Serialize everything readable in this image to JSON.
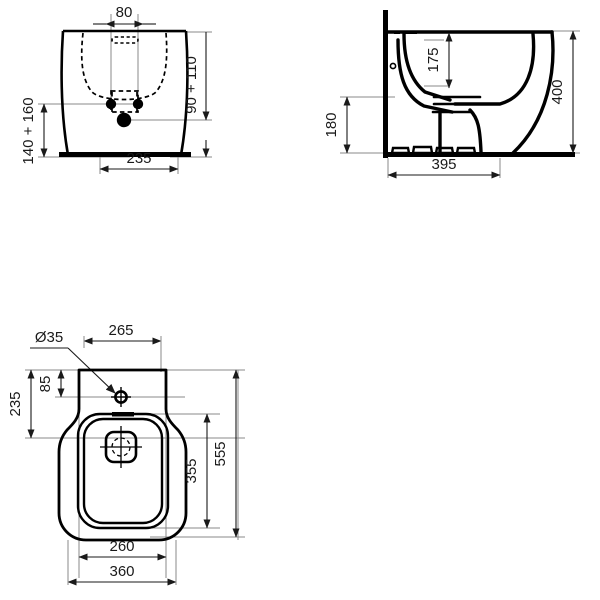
{
  "document": {
    "type": "technical-drawing",
    "subject": "Back-to-wall bidet dimensional drawing",
    "units": "mm",
    "line_color": "#000000",
    "dimension_line_color": "#8a8a8a",
    "text_color": "#1a1a1a",
    "background_color": "#ffffff"
  },
  "views": {
    "front": {
      "name": "front-elevation",
      "dimensions": {
        "tap_hole_spacing": "80",
        "base_width": "235",
        "left_stack": "140 + 160",
        "right_stack": "90 + 110"
      }
    },
    "side": {
      "name": "side-elevation",
      "dimensions": {
        "bowl_depth": "175",
        "trap_height": "180",
        "projection": "395",
        "total_height": "400"
      }
    },
    "plan": {
      "name": "plan-top-view",
      "dimensions": {
        "hole_diameter": "Ø35",
        "hole_from_wall": "265",
        "hole_offset": "85",
        "front_edge_offset": "235",
        "bowl_length": "355",
        "overall_length": "555",
        "bowl_width": "260",
        "overall_width": "360"
      }
    }
  },
  "labels": {
    "d80": "80",
    "d235_front": "235",
    "d140_160": "140 + 160",
    "d90_110": "90 + 110",
    "d175": "175",
    "d180": "180",
    "d395": "395",
    "d400": "400",
    "d35": "Ø35",
    "d265": "265",
    "d85": "85",
    "d235_plan": "235",
    "d355": "355",
    "d555": "555",
    "d260": "260",
    "d360": "360"
  }
}
